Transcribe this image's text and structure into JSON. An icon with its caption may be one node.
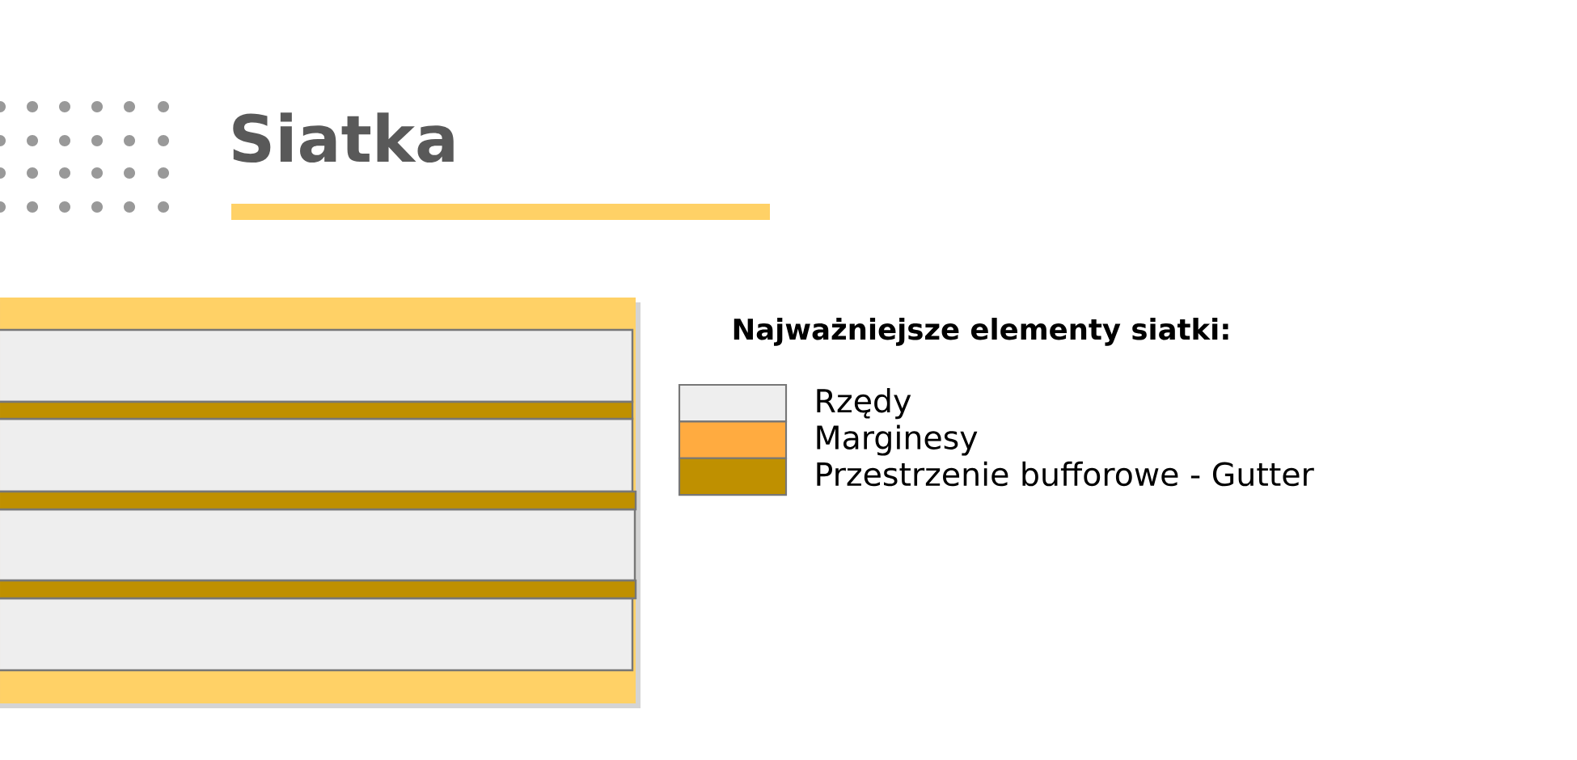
{
  "diagram": {
    "title": "Siatka",
    "labels": [
      "Najważniejsze elementy siatki:"
    ],
    "legend": [
      {
        "text": "Rzędy",
        "color": "#eeeeee"
      },
      {
        "text": "Marginesy",
        "color": "#ffab40"
      },
      {
        "text": "Przestrzenie bufforowe - Gutter",
        "color": "#bf9000"
      }
    ]
  }
}
